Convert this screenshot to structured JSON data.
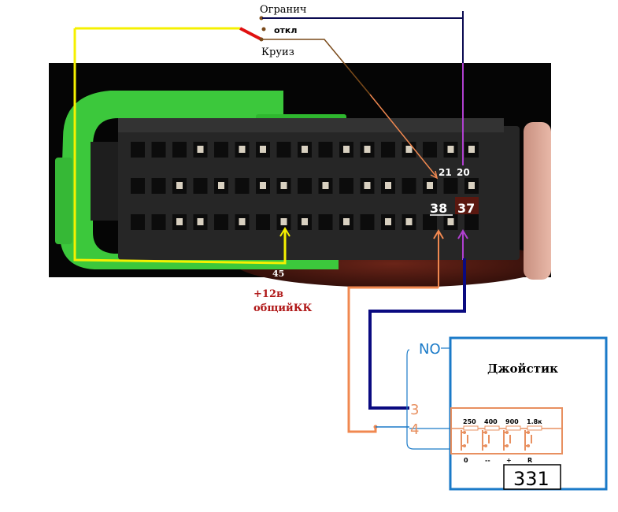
{
  "switch": {
    "label_top": "Огранич",
    "label_mid": "откл",
    "label_bottom": "Круиз"
  },
  "connector": {
    "pins": [
      {
        "id": "pin-21",
        "label": "21"
      },
      {
        "id": "pin-20",
        "label": "20"
      },
      {
        "id": "pin-38",
        "label": "38"
      },
      {
        "id": "pin-37",
        "label": "37"
      },
      {
        "id": "pin-45",
        "label": "45"
      }
    ]
  },
  "power_note": {
    "line1": "+12в",
    "line2": "общийКК"
  },
  "joystick": {
    "title": "Джойстик",
    "terminal_no": "NO",
    "terminal_3": "3",
    "terminal_4": "4",
    "resistors": [
      "250",
      "400",
      "900",
      "1.8к"
    ],
    "buttons": [
      "0",
      "--",
      "+",
      "R"
    ],
    "part_number": "331"
  },
  "colors": {
    "yellow_wire": "#f5f000",
    "red_switch": "#e01010",
    "brown_wire": "#7a4a1a",
    "navy_wire": "#0a0a80",
    "orange_wire": "#f08850",
    "purple_wire": "#b040d0",
    "blue_box": "#1a7ac8",
    "resistor_orange": "#e89060",
    "label_red": "#b01818",
    "connector_green": "#3cc83c"
  }
}
